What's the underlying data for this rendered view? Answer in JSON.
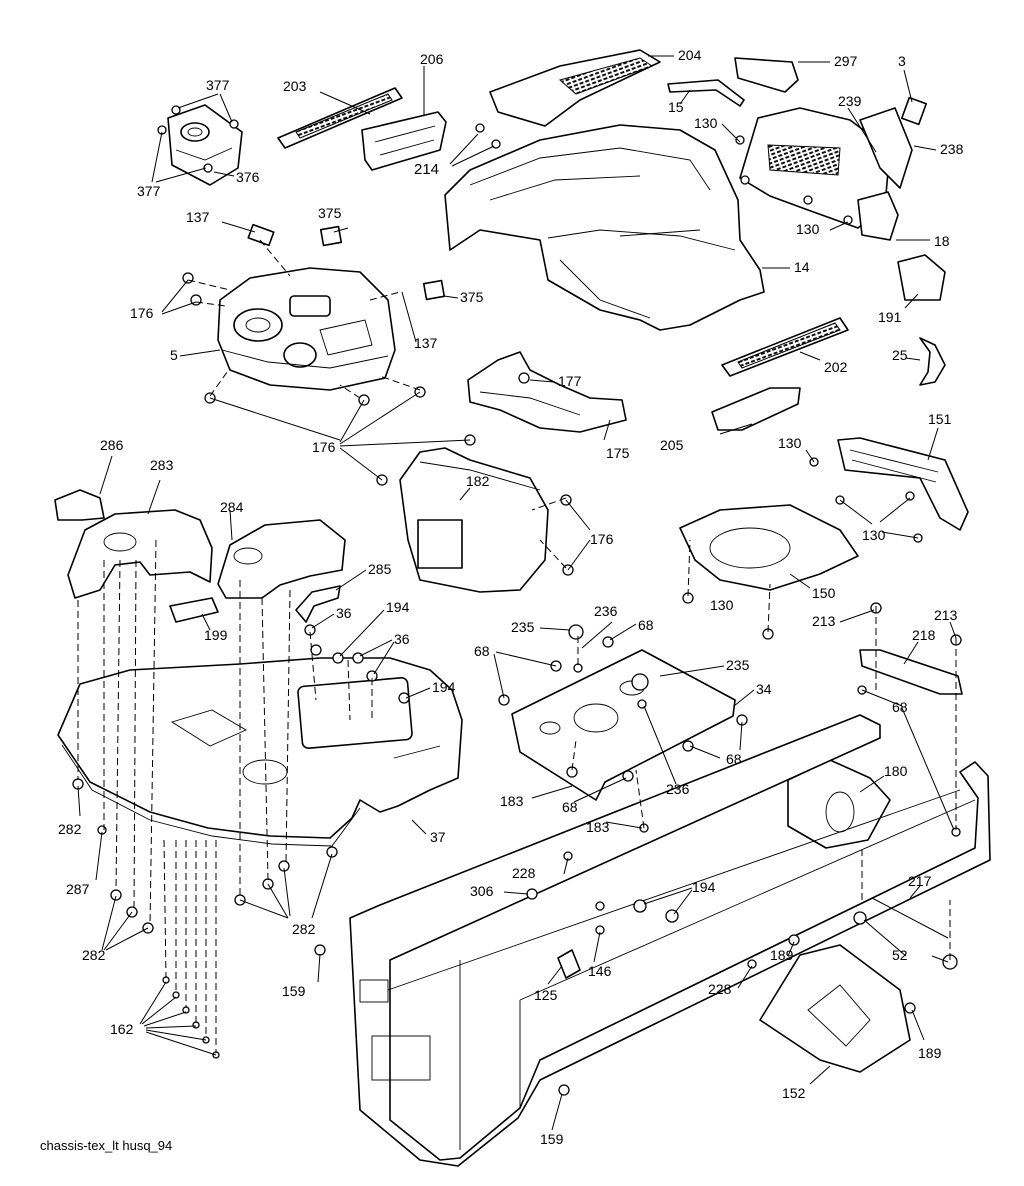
{
  "caption": "chassis-tex_lt husq_94",
  "labels": [
    "377",
    "377",
    "377",
    "376",
    "203",
    "206",
    "204",
    "297",
    "3",
    "15",
    "239",
    "238",
    "214",
    "130",
    "130",
    "18",
    "14",
    "375",
    "137",
    "176",
    "5",
    "137",
    "375",
    "191",
    "177",
    "202",
    "25",
    "175",
    "205",
    "151",
    "130",
    "176",
    "130",
    "182",
    "286",
    "283",
    "284",
    "176",
    "285",
    "199",
    "150",
    "36",
    "194",
    "130",
    "36",
    "235",
    "236",
    "68",
    "213",
    "213",
    "218",
    "68",
    "235",
    "194",
    "34",
    "68",
    "68",
    "68",
    "183",
    "236",
    "282",
    "37",
    "183",
    "180",
    "287",
    "228",
    "217",
    "306",
    "194",
    "282",
    "282",
    "146",
    "52",
    "159",
    "125",
    "228",
    "189",
    "162",
    "189",
    "152",
    "159"
  ]
}
